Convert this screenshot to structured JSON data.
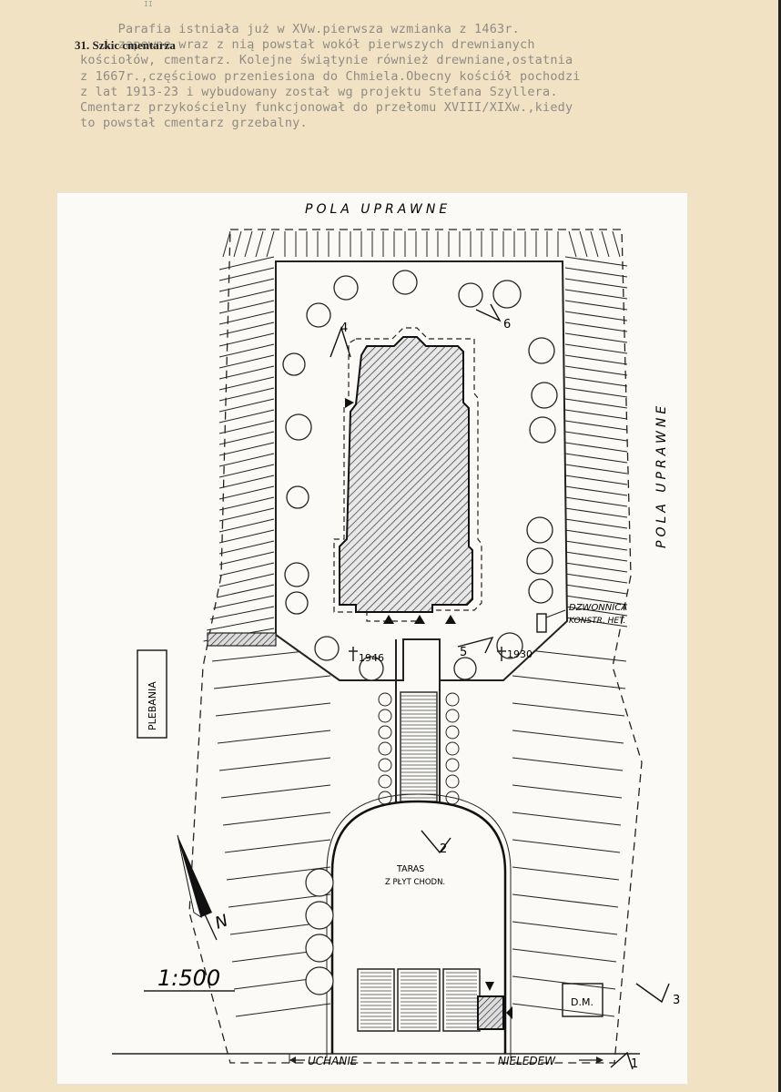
{
  "document": {
    "heading": "31. Szkic cmentarza",
    "top_mark": "II",
    "typed_lines": [
      "     Parafia istniała już w XVw.pierwsza wzmianka z 1463r.",
      "   i zapewne wraz z nią powstał wokół pierwszych drewnianych",
      "kościołów, cmentarz. Kolejne świątynie również drewniane,ostatnia",
      "z 1667r.,częściowo przeniesiona do Chmiela.Obecny kościół pochodzi",
      "z lat 1913-23 i wybudowany został wg projektu Stefana Szyllera.",
      "Cmentarz przykościelny funkcjonował do przełomu XVIII/XIXw.,kiedy",
      "to powstał cmentarz grzebalny."
    ]
  },
  "plan": {
    "field_top": "POLA   UPRAWNE",
    "field_right": "POLA   UPRAWNE",
    "presbytery": "PLEBANIA",
    "belfry_line1": "DZWONNICA",
    "belfry_line2": "KONSTR. HET.",
    "terrace_line1": "TARAS",
    "terrace_line2": "Z PŁYT CHODN.",
    "scale": "1:500",
    "road_left": "UCHANIE",
    "road_right": "NIELEDEW",
    "house": "D.M.",
    "grave_1946": "1946",
    "grave_1930": "1930",
    "view_1": "1",
    "view_2": "2",
    "view_3": "3",
    "view_4": "4",
    "view_5": "5",
    "view_6": "6",
    "north": "N"
  }
}
